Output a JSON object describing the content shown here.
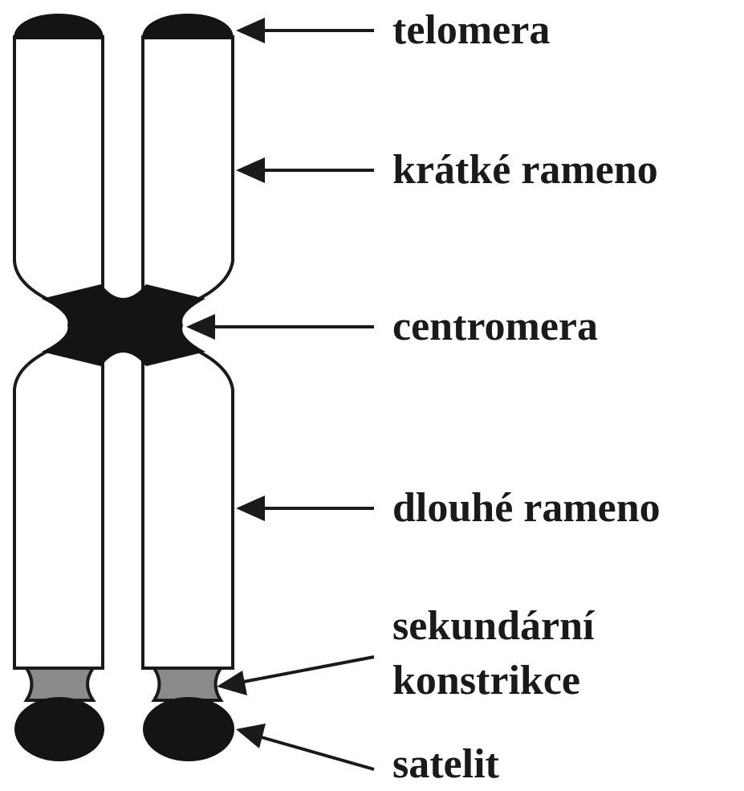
{
  "diagram": {
    "labels": {
      "telomere": "telomera",
      "short_arm": "krátké rameno",
      "centromere": "centromera",
      "long_arm": "dlouhé rameno",
      "secondary_constriction_line1": "sekundární",
      "secondary_constriction_line2": "konstrikce",
      "satellite": "satelit"
    },
    "colors": {
      "outline": "#1a1a1a",
      "fill": "#ffffff",
      "dark_band": "#141414",
      "constriction": "#8a8a8a",
      "text": "#1a1a1a"
    }
  }
}
